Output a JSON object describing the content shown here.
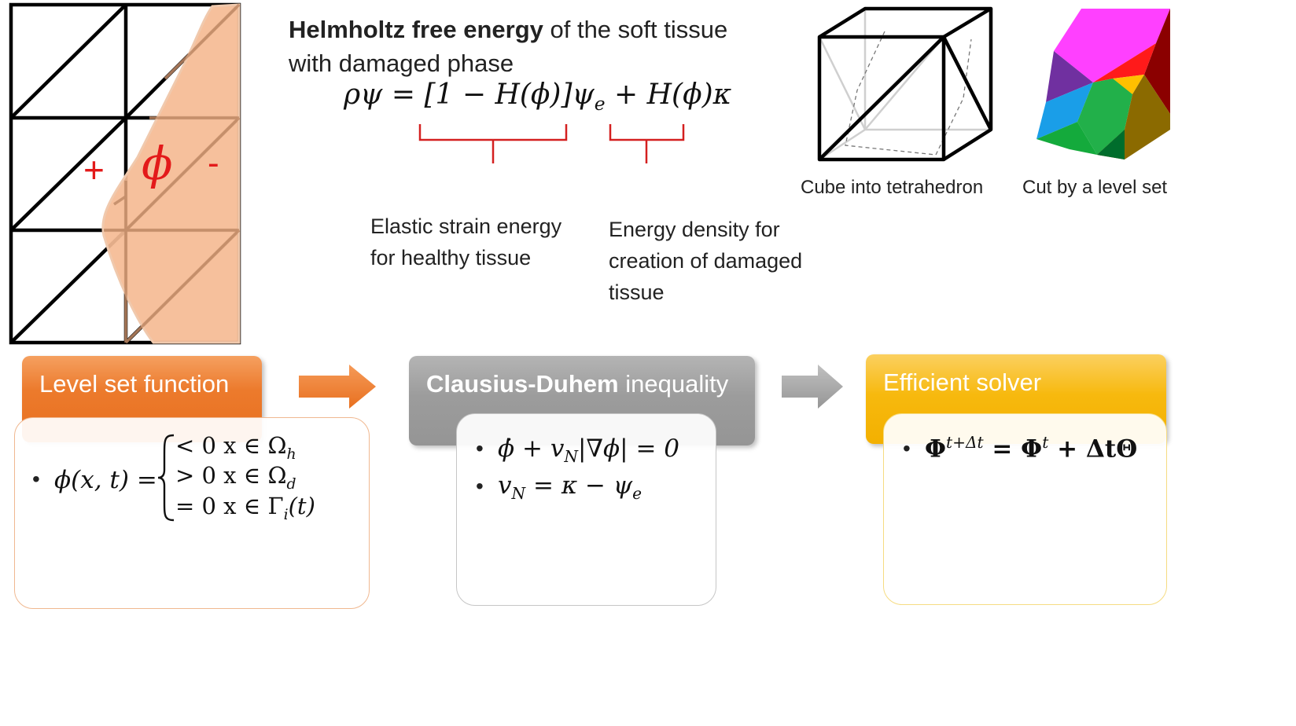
{
  "mesh_figure": {
    "plus_label": "+",
    "phi_label": "ϕ",
    "minus_label": "-"
  },
  "title": {
    "bold": "Helmholtz free energy",
    "rest": " of the soft tissue",
    "line2": "with damaged phase"
  },
  "equation": {
    "lhs": "ρψ = [1 − H(ϕ)]ψ",
    "sub_e": "e",
    "rhs": " + H(ϕ)κ"
  },
  "annotations": {
    "elastic_line1": "Elastic strain energy",
    "elastic_line2": "for healthy tissue",
    "energy_line1": "Energy density for",
    "energy_line2": "creation of damaged",
    "energy_line3": "tissue"
  },
  "images": {
    "cube_caption": "Cube into tetrahedron",
    "levelset_caption": "Cut by a level set"
  },
  "steps": {
    "level_set": {
      "title": "Level set function",
      "eq_lhs": "ϕ(x, t) =",
      "case1": "< 0  x ∈ Ω",
      "case1_sub": "h",
      "case2": "> 0  x ∈ Ω",
      "case2_sub": "d",
      "case3": "= 0  x ∈ Γ",
      "case3_sub": "i",
      "case3_tail": "(t)"
    },
    "clausius": {
      "title_bold": "Clausius-Duhem",
      "title_rest": " inequality",
      "eq1": "ϕ̇ + v",
      "eq1_sub": "N",
      "eq1_tail": "|∇ϕ| = 0",
      "eq2": "v",
      "eq2_sub": "N",
      "eq2_mid": " = κ − ψ",
      "eq2_sub2": "e"
    },
    "solver": {
      "title": "Efficient solver",
      "eq": "Φ",
      "eq_sup": "t+Δt",
      "eq_mid": " = Φ",
      "eq_sup2": "t",
      "eq_tail": " + ΔtΘ"
    }
  },
  "colors": {
    "orange": "#ec7a2c",
    "gray": "#9c9c9c",
    "yellow": "#f7b90e",
    "red": "#e31a1a",
    "phase_fill": "#f5bb94"
  }
}
